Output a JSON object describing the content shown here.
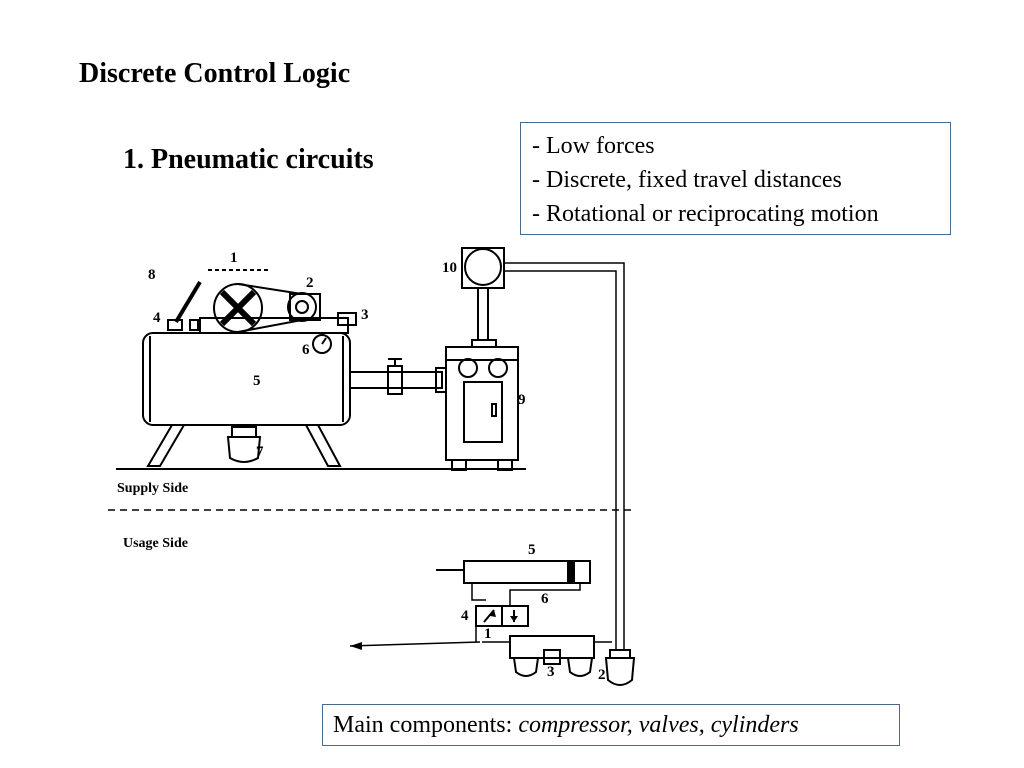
{
  "slide": {
    "title": "Discrete Control Logic",
    "subtitle": "1. Pneumatic circuits"
  },
  "properties": [
    "- Low forces",
    "- Discrete, fixed travel distances",
    "- Rotational or reciprocating motion"
  ],
  "summary": {
    "prefix": "Main components: ",
    "items": "compressor, valves, cylinders"
  },
  "diagram": {
    "supply_side_label": "Supply Side",
    "usage_side_label": "Usage Side",
    "supply_numbers": {
      "n1": "1",
      "n2": "2",
      "n3": "3",
      "n4": "4",
      "n5": "5",
      "n6": "6",
      "n7": "7",
      "n8": "8",
      "n9": "9",
      "n10": "10"
    },
    "usage_numbers": {
      "n1": "1",
      "n2": "2",
      "n3": "3",
      "n4": "4",
      "n5": "5",
      "n6": "6"
    }
  }
}
